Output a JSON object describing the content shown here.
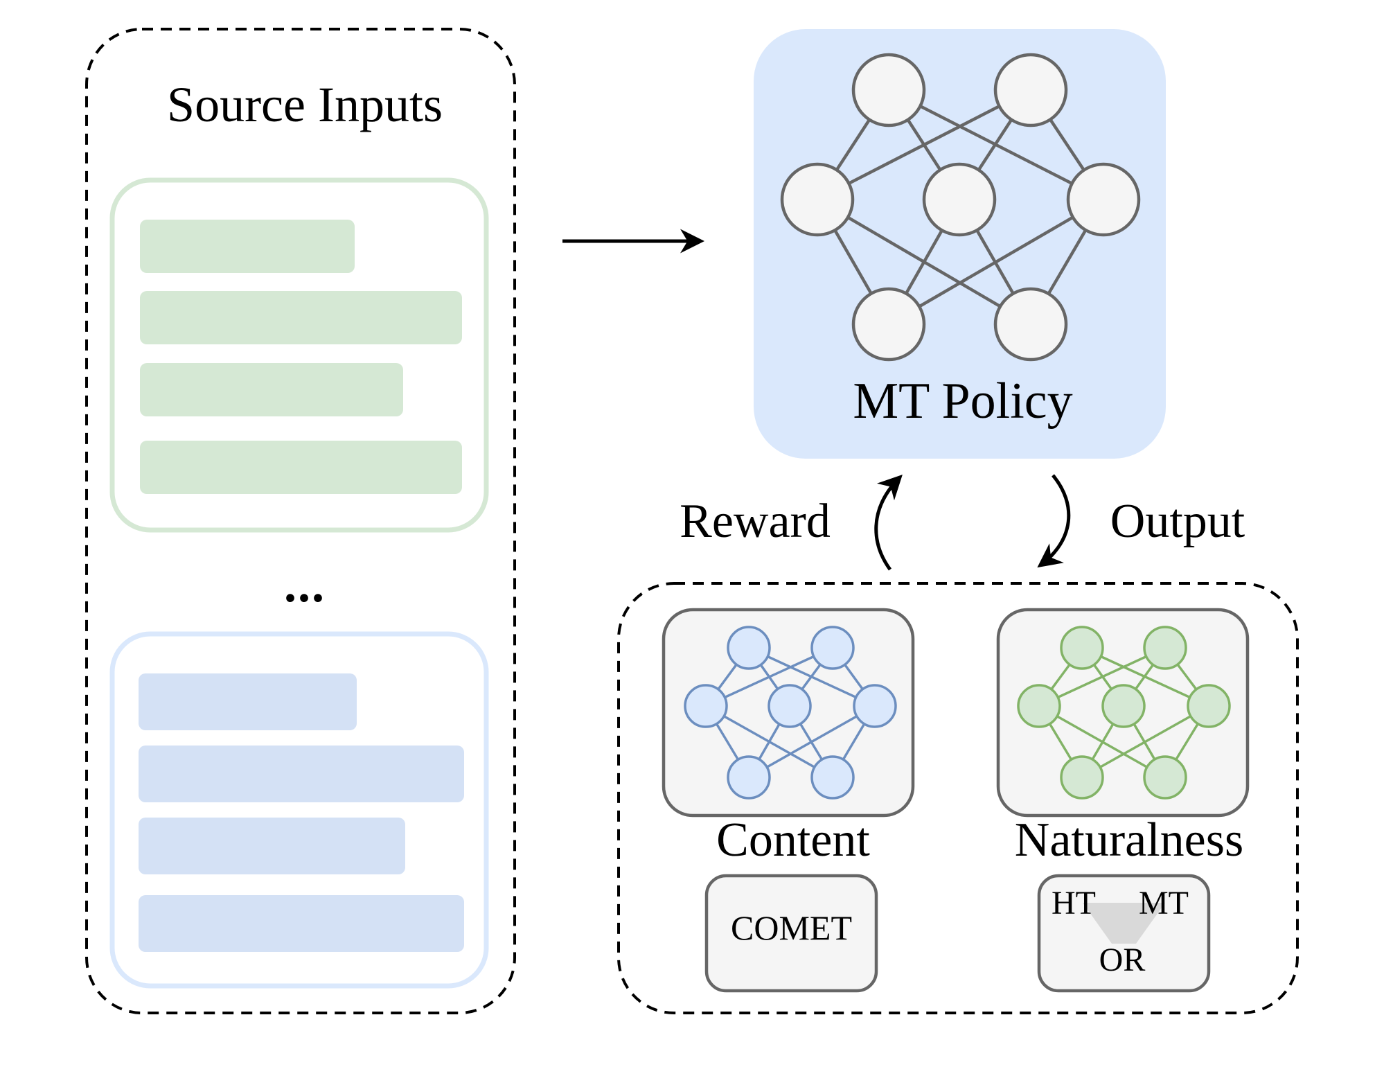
{
  "source_panel": {
    "title": "Source Inputs",
    "ellipsis": "..."
  },
  "policy": {
    "label": "MT Policy"
  },
  "loop": {
    "reward_label": "Reward",
    "output_label": "Output"
  },
  "reward_models": {
    "content": {
      "label": "Content",
      "metric": "COMET"
    },
    "naturalness": {
      "label": "Naturalness",
      "left_label": "HT",
      "right_label": "MT",
      "bottom_label": "OR"
    }
  },
  "colors": {
    "green_fill": "#d5e8d4",
    "green_stroke": "#82b366",
    "blue_fill": "#dae8fc",
    "blue_stroke": "#6c8ebf",
    "node_fill": "#f5f5f5",
    "node_stroke": "#666666",
    "funnel": "#d9d9d9"
  }
}
